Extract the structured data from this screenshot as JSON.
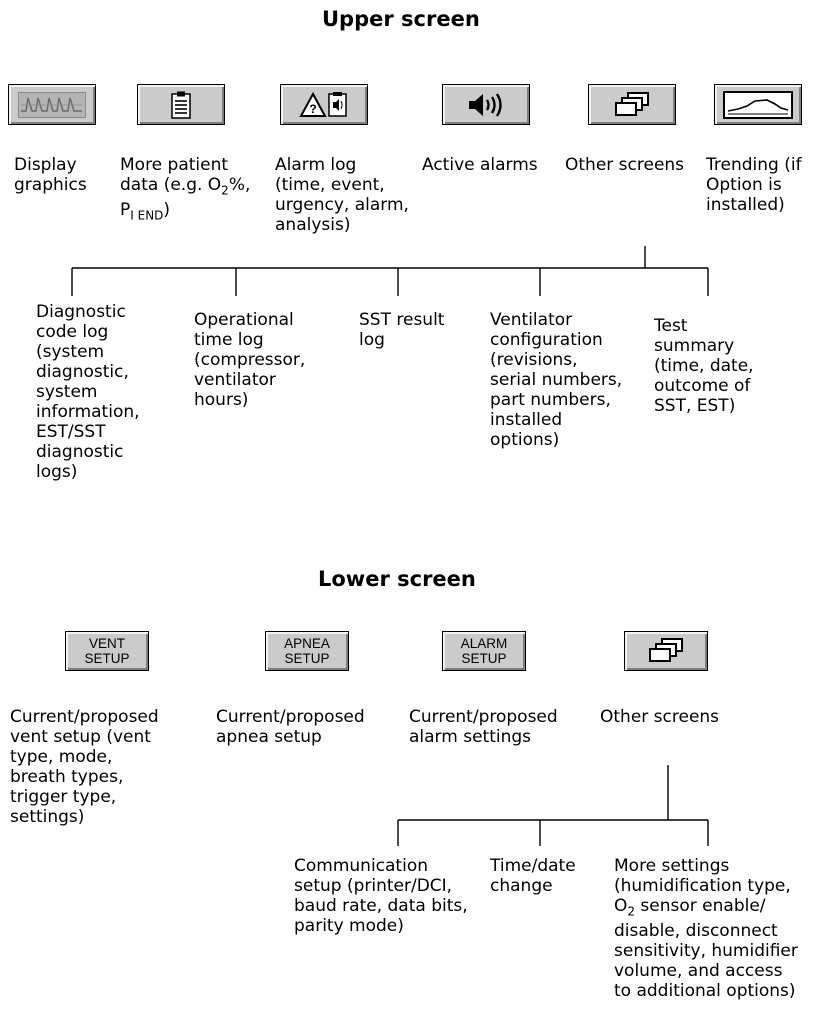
{
  "upper": {
    "title": "Upper screen",
    "buttons": [
      {
        "icon": "waveform-graphics-icon"
      },
      {
        "icon": "clipboard-icon"
      },
      {
        "icon": "alarm-log-icon"
      },
      {
        "icon": "speaker-icon"
      },
      {
        "icon": "stacked-screens-icon"
      },
      {
        "icon": "trend-graph-icon"
      }
    ],
    "labels": {
      "display_graphics": [
        "Display",
        "graphics"
      ],
      "more_patient_data": {
        "line1": "More patient",
        "line2_pre": "data (e.g. O",
        "line2_sub": "2",
        "line2_post": "%,",
        "line3_pre": "P",
        "line3_sub": "I END",
        "line3_post": ")"
      },
      "alarm_log": [
        "Alarm log",
        "(time, event,",
        "urgency, alarm,",
        "analysis)"
      ],
      "active_alarms": [
        "Active alarms"
      ],
      "other_screens": [
        "Other screens"
      ],
      "trending": [
        "Trending (if",
        "Option is",
        "installed)"
      ]
    },
    "sub_items": [
      [
        "Diagnostic",
        "code log",
        "(system",
        "diagnostic,",
        "system",
        "information,",
        "EST/SST",
        "diagnostic",
        "logs)"
      ],
      [
        "Operational",
        "time log",
        "(compressor,",
        "ventilator",
        "hours)"
      ],
      [
        "SST result",
        "log"
      ],
      [
        "Ventilator",
        "configuration",
        "(revisions,",
        "serial numbers,",
        "part numbers,",
        "installed",
        "options)"
      ],
      [
        "Test",
        "summary",
        "(time, date,",
        "outcome of",
        "SST, EST)"
      ]
    ]
  },
  "lower": {
    "title": "Lower screen",
    "buttons": [
      {
        "text": [
          "VENT",
          "SETUP"
        ]
      },
      {
        "text": [
          "APNEA",
          "SETUP"
        ]
      },
      {
        "text": [
          "ALARM",
          "SETUP"
        ]
      },
      {
        "icon": "stacked-screens-icon"
      }
    ],
    "labels": {
      "vent_setup": [
        "Current/proposed",
        "vent setup (vent",
        "type, mode,",
        "breath types,",
        "trigger type,",
        "settings)"
      ],
      "apnea_setup": [
        "Current/proposed",
        "apnea setup"
      ],
      "alarm_settings": [
        "Current/proposed",
        "alarm settings"
      ],
      "other_screens": [
        "Other screens"
      ]
    },
    "sub_items": {
      "communication": [
        "Communication",
        "setup (printer/DCI,",
        "baud rate, data bits,",
        "parity mode)"
      ],
      "time_date": [
        "Time/date",
        "change"
      ],
      "more_settings": {
        "line1": "More settings",
        "line2": "(humidification type,",
        "line3_pre": "O",
        "line3_sub": "2",
        "line3_post": " sensor enable/",
        "line4": "disable, disconnect",
        "line5": "sensitivity, humidifier",
        "line6": "volume, and access",
        "line7": "to additional options)"
      }
    }
  }
}
